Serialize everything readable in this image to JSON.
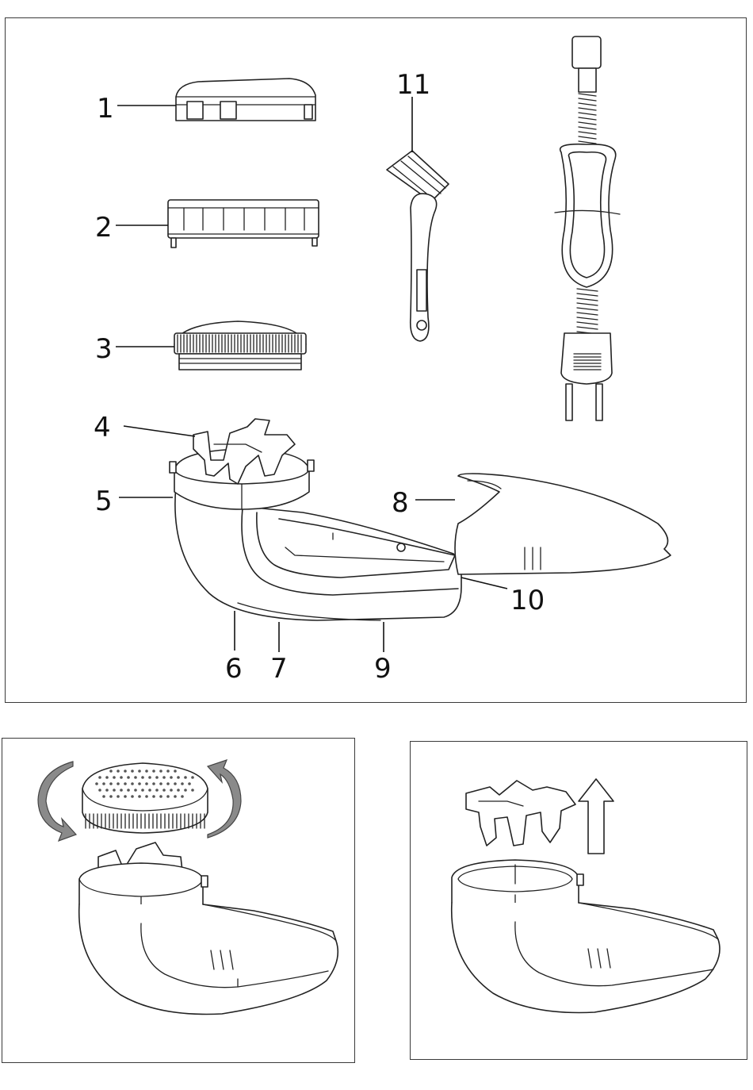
{
  "labels": {
    "l1": "1",
    "l2": "2",
    "l3": "3",
    "l4": "4",
    "l5": "5",
    "l6": "6",
    "l7": "7",
    "l8": "8",
    "l9": "9",
    "l10": "10",
    "l11": "11"
  },
  "icons": {
    "rotate": "rotate-arrow-icon",
    "lift": "up-arrow-icon"
  }
}
